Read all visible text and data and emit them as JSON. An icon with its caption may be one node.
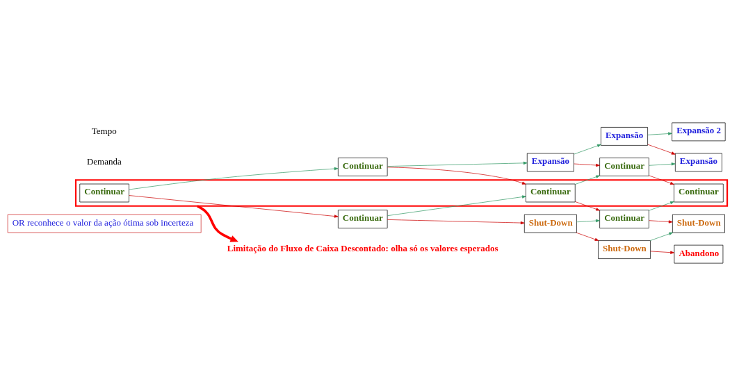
{
  "diagram": {
    "nodes": [
      {
        "text": [
          "OR reconhece o valor da ação ótima sob incerteza"
        ]
      },
      {
        "text": [],
        "shape": "box"
      },
      {
        "text": [
          "Continuar"
        ],
        "in": 1
      },
      {
        "text": [
          "Continuar"
        ]
      },
      {
        "text": [
          "Continuar"
        ]
      },
      {
        "text": [
          "Expansão"
        ]
      },
      {
        "text": [
          "Continuar"
        ],
        "in": 1
      },
      {
        "text": [
          "Shut-Down"
        ]
      },
      {
        "text": [
          "Expansão"
        ]
      },
      {
        "text": [
          "Continuar"
        ]
      },
      {
        "text": [
          "Continuar"
        ]
      },
      {
        "text": [
          "Shut-Down"
        ]
      },
      {
        "text": [
          "Expansão 2"
        ]
      },
      {
        "text": [
          "Expansão"
        ]
      },
      {
        "text": [
          "Continuar"
        ],
        "in": 1
      },
      {
        "text": [
          "Shut-Down"
        ]
      },
      {
        "text": [
          "Abandono"
        ]
      },
      {
        "text": [
          "Limitação do Fluxo de Caixa Descontado: olha só os valores esperados"
        ]
      }
    ],
    "edges": [
      {
        "from": 2,
        "to": 3,
        "arrow": "to",
        "color": "#339966"
      },
      {
        "from": 2,
        "to": 4,
        "arrow": "to",
        "color": "#cc0000"
      },
      {
        "from": 3,
        "to": 5,
        "arrow": "to",
        "color": "#339966"
      },
      {
        "from": 3,
        "to": 6,
        "arrow": "to",
        "color": "#cc0000"
      },
      {
        "from": 4,
        "to": 6,
        "arrow": "to",
        "color": "#339966"
      },
      {
        "from": 4,
        "to": 7,
        "arrow": "to",
        "color": "#cc0000"
      },
      {
        "from": 5,
        "to": 8,
        "arrow": "to",
        "color": "#339966"
      },
      {
        "from": 5,
        "to": 9,
        "arrow": "to",
        "color": "#cc0000"
      },
      {
        "from": 6,
        "to": 9,
        "arrow": "to",
        "color": "#339966"
      },
      {
        "from": 6,
        "to": 10,
        "arrow": "to",
        "color": "#cc0000"
      },
      {
        "from": 7,
        "to": 10,
        "arrow": "to",
        "color": "#339966"
      },
      {
        "from": 7,
        "to": 11,
        "arrow": "to",
        "color": "#cc0000"
      },
      {
        "from": 8,
        "to": 12,
        "arrow": "to",
        "color": "#339966"
      },
      {
        "from": 8,
        "to": 13,
        "arrow": "to",
        "color": "#cc0000"
      },
      {
        "from": 9,
        "to": 13,
        "arrow": "to",
        "color": "#339966"
      },
      {
        "from": 9,
        "to": 14,
        "arrow": "to",
        "color": "#cc0000"
      },
      {
        "from": 10,
        "to": 14,
        "arrow": "to",
        "color": "#339966"
      },
      {
        "from": 10,
        "to": 15,
        "arrow": "to",
        "color": "#cc0000"
      },
      {
        "from": 11,
        "to": 15,
        "arrow": "to",
        "color": "#339966"
      },
      {
        "from": 11,
        "to": 16,
        "arrow": "to",
        "color": "#cc0000"
      },
      {
        "from": 1,
        "to": 17,
        "arrow": "to",
        "style": "thick",
        "color": "#ff0000"
      }
    ],
    "labels": [
      "Demanda",
      "Tempo"
    ]
  }
}
